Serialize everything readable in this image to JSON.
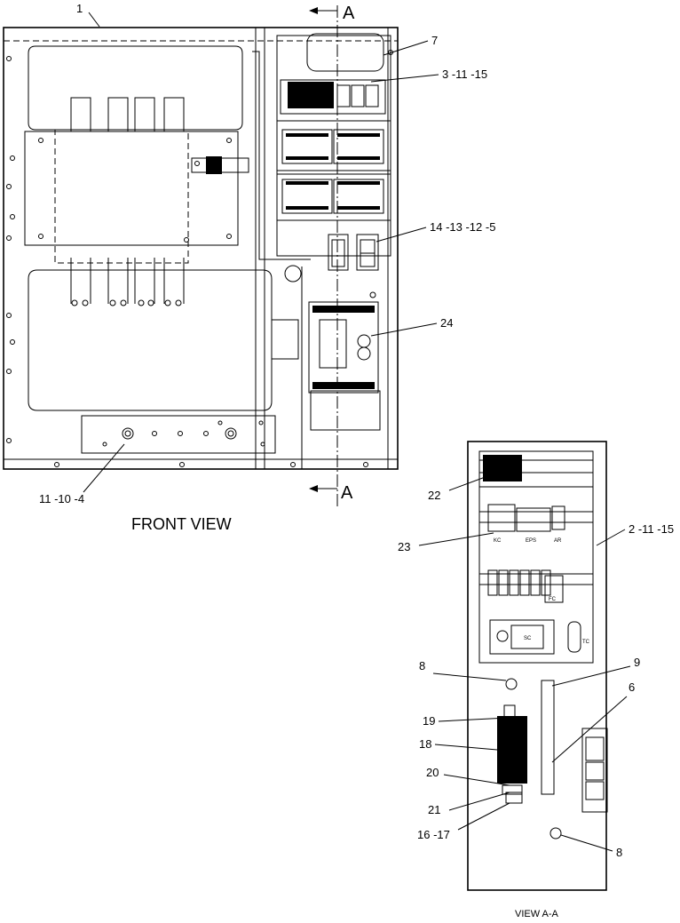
{
  "views": {
    "front_title": "FRONT VIEW",
    "section_title": "VIEW A-A",
    "section_mark_top": "A",
    "section_mark_bottom": "A"
  },
  "callouts": {
    "c1": "1",
    "c7": "7",
    "c3_11_15": "3 -11 -15",
    "c14_13_12_5": "14 -13 -12 -5",
    "c24": "24",
    "c11_10_4": "11 -10 -4",
    "c22": "22",
    "c23": "23",
    "c2_11_15": "2 -11 -15",
    "c8a": "8",
    "c9": "9",
    "c6": "6",
    "c19": "19",
    "c18": "18",
    "c20": "20",
    "c21": "21",
    "c16_17": "16 -17",
    "c8b": "8"
  },
  "panel_labels": {
    "kc": "KC",
    "eps": "EPS",
    "ar": "AR",
    "fc": "FC",
    "sc": "SC",
    "tc": "TC"
  }
}
